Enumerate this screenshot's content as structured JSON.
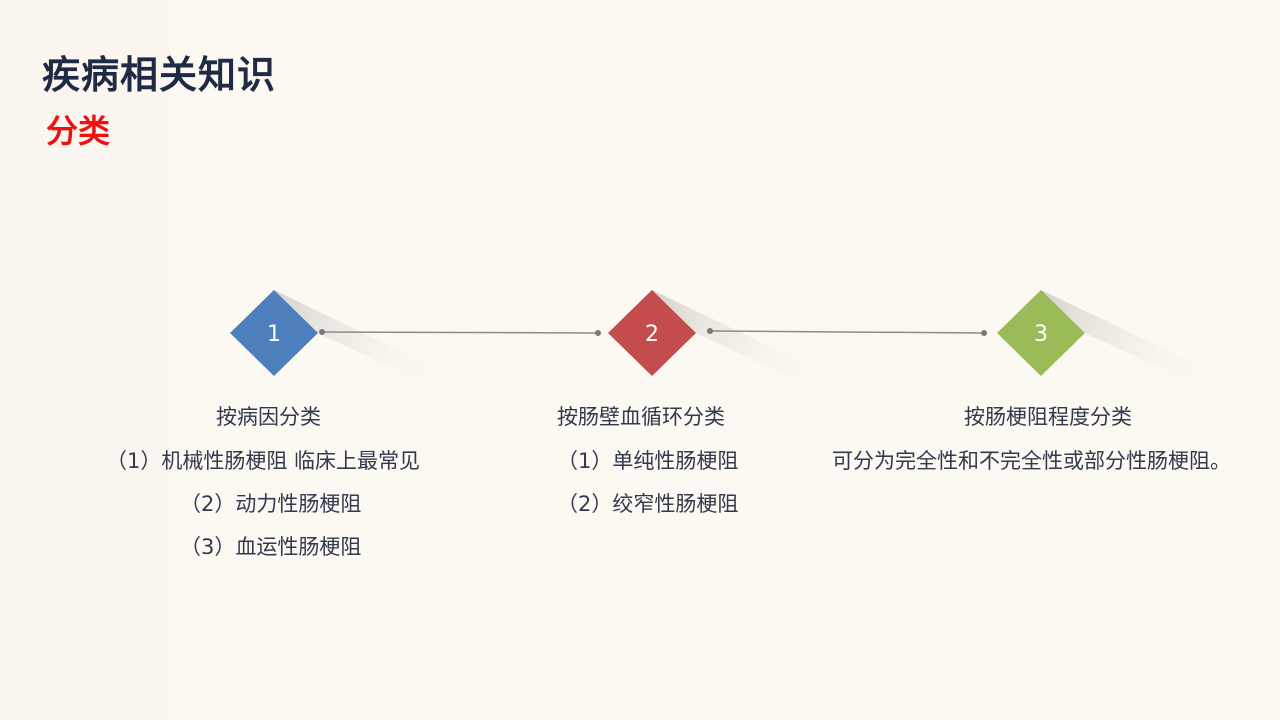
{
  "header": {
    "title": "疾病相关知识",
    "subtitle": "分类"
  },
  "steps": [
    {
      "number": "1",
      "color": "#4d7fbd",
      "heading": "按病因分类",
      "lines": [
        "（1）机械性肠梗阻 临床上最常见",
        "（2）动力性肠梗阻",
        "（3）血运性肠梗阻"
      ]
    },
    {
      "number": "2",
      "color": "#c44c4c",
      "heading": "按肠壁血循环分类",
      "lines": [
        "（1）单纯性肠梗阻",
        "（2）绞窄性肠梗阻"
      ]
    },
    {
      "number": "3",
      "color": "#9bbb59",
      "heading": "按肠梗阻程度分类",
      "lines": [
        "可分为完全性和不完全性或部分性肠梗阻。"
      ]
    }
  ]
}
